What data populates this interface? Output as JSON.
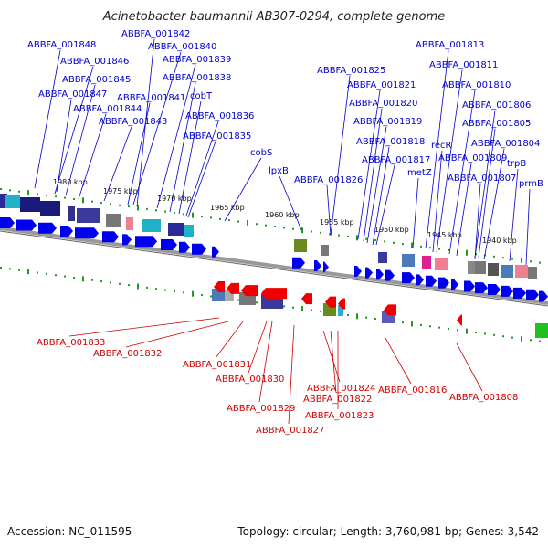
{
  "title": "Acinetobacter baumannii AB307-0294, complete genome",
  "footer": {
    "accession": "Accession: NC_011595",
    "summary": "Topology: circular; Length: 3,760,981 bp; Genes: 3,542"
  },
  "ticks": [
    "1980 kbp",
    "1975 kbp",
    "1970 kbp",
    "1965 kbp",
    "1960 kbp",
    "1955 kbp",
    "1950 kbp",
    "1945 kbp",
    "1940 kbp"
  ],
  "top_labels": [
    "ABBFA_001848",
    "ABBFA_001846",
    "ABBFA_001845",
    "ABBFA_001847",
    "ABBFA_001844",
    "ABBFA_001842",
    "ABBFA_001840",
    "ABBFA_001839",
    "ABBFA_001838",
    "ABBFA_001841",
    "cobT",
    "ABBFA_001843",
    "ABBFA_001836",
    "ABBFA_001835",
    "cobS",
    "lpxB",
    "ABBFA_001826",
    "ABBFA_001825",
    "ABBFA_001821",
    "ABBFA_001820",
    "ABBFA_001819",
    "ABBFA_001818",
    "ABBFA_001817",
    "metZ",
    "ABBFA_001813",
    "ABBFA_001811",
    "ABBFA_001810",
    "ABBFA_001806",
    "ABBFA_001805",
    "recR",
    "ABBFA_001804",
    "ABBFA_001809",
    "trpB",
    "ABBFA_001807",
    "prmB"
  ],
  "bottom_labels": [
    "ABBFA_001833",
    "ABBFA_001832",
    "ABBFA_001831",
    "ABBFA_001830",
    "ABBFA_001829",
    "ABBFA_001827",
    "ABBFA_001824",
    "ABBFA_001822",
    "ABBFA_001823",
    "ABBFA_001816",
    "ABBFA_001808"
  ],
  "colors": {
    "forward": "#0000ee",
    "reverse": "#ee0000",
    "axis": "#888888",
    "tick": "#229922",
    "label_top": "#0000cc",
    "label_bottom": "#cc0000"
  }
}
